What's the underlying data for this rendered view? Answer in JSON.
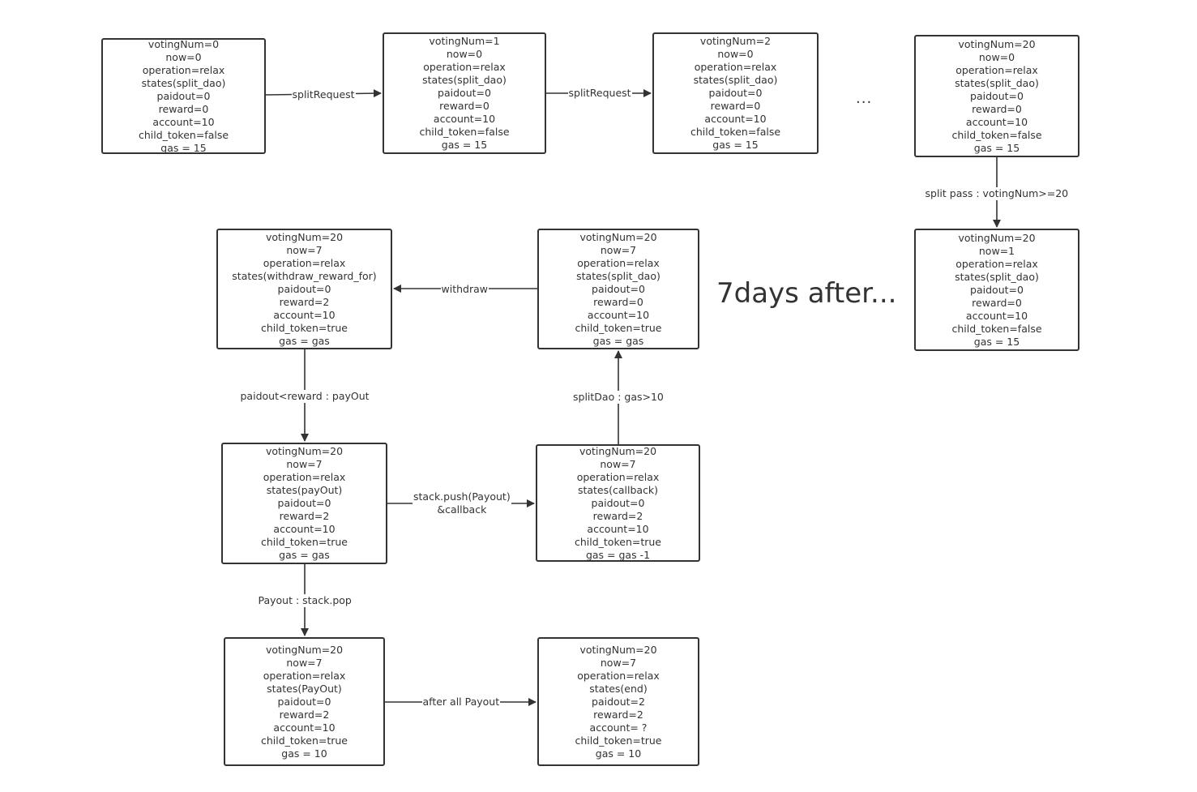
{
  "nodes": [
    {
      "id": "n1",
      "lines": [
        "votingNum=0",
        "now=0",
        "operation=relax",
        "states(split_dao)",
        "paidout=0",
        "reward=0",
        "account=10",
        "child_token=false",
        "gas = 15"
      ]
    },
    {
      "id": "n2",
      "lines": [
        "votingNum=1",
        "now=0",
        "operation=relax",
        "states(split_dao)",
        "paidout=0",
        "reward=0",
        "account=10",
        "child_token=false",
        "gas = 15"
      ]
    },
    {
      "id": "n3",
      "lines": [
        "votingNum=2",
        "now=0",
        "operation=relax",
        "states(split_dao)",
        "paidout=0",
        "reward=0",
        "account=10",
        "child_token=false",
        "gas = 15"
      ]
    },
    {
      "id": "n4",
      "lines": [
        "votingNum=20",
        "now=0",
        "operation=relax",
        "states(split_dao)",
        "paidout=0",
        "reward=0",
        "account=10",
        "child_token=false",
        "gas = 15"
      ]
    },
    {
      "id": "n5",
      "lines": [
        "votingNum=20",
        "now=1",
        "operation=relax",
        "states(split_dao)",
        "paidout=0",
        "reward=0",
        "account=10",
        "child_token=false",
        "gas = 15"
      ]
    },
    {
      "id": "n6",
      "lines": [
        "votingNum=20",
        "now=7",
        "operation=relax",
        "states(split_dao)",
        "paidout=0",
        "reward=0",
        "account=10",
        "child_token=true",
        "gas = gas"
      ]
    },
    {
      "id": "n7",
      "lines": [
        "votingNum=20",
        "now=7",
        "operation=relax",
        "states(withdraw_reward_for)",
        "paidout=0",
        "reward=2",
        "account=10",
        "child_token=true",
        "gas = gas"
      ]
    },
    {
      "id": "n8",
      "lines": [
        "votingNum=20",
        "now=7",
        "operation=relax",
        "states(payOut)",
        "paidout=0",
        "reward=2",
        "account=10",
        "child_token=true",
        "gas = gas"
      ]
    },
    {
      "id": "n9",
      "lines": [
        "votingNum=20",
        "now=7",
        "operation=relax",
        "states(callback)",
        "paidout=0",
        "reward=2",
        "account=10",
        "child_token=true",
        "gas = gas -1"
      ]
    },
    {
      "id": "n10",
      "lines": [
        "votingNum=20",
        "now=7",
        "operation=relax",
        "states(PayOut)",
        "paidout=0",
        "reward=2",
        "account=10",
        "child_token=true",
        "gas = 10"
      ]
    },
    {
      "id": "n11",
      "lines": [
        "votingNum=20",
        "now=7",
        "operation=relax",
        "states(end)",
        "paidout=2",
        "reward=2",
        "account= ?",
        "child_token=true",
        "gas = 10"
      ]
    }
  ],
  "edges": [
    {
      "from": "n1",
      "to": "n2",
      "label": [
        "splitRequest"
      ]
    },
    {
      "from": "n2",
      "to": "n3",
      "label": [
        "splitRequest"
      ]
    },
    {
      "from": "n4",
      "to": "n5",
      "label": [
        "split pass : votingNum>=20"
      ]
    },
    {
      "from": "n6",
      "to": "n7",
      "label": [
        "withdraw"
      ]
    },
    {
      "from": "n7",
      "to": "n8",
      "label": [
        "paidout<reward : payOut"
      ]
    },
    {
      "from": "n8",
      "to": "n9",
      "label": [
        "stack.push(Payout)",
        "&callback"
      ]
    },
    {
      "from": "n9",
      "to": "n6",
      "label": [
        "splitDao : gas>10"
      ]
    },
    {
      "from": "n8",
      "to": "n10",
      "label": [
        "Payout : stack.pop"
      ]
    },
    {
      "from": "n10",
      "to": "n11",
      "label": [
        "after all Payout"
      ]
    }
  ],
  "annotations": {
    "ellipsis": "...",
    "big_text": "7days after..."
  },
  "colors": {
    "stroke": "#333333",
    "text": "#333333",
    "background": "#ffffff"
  }
}
